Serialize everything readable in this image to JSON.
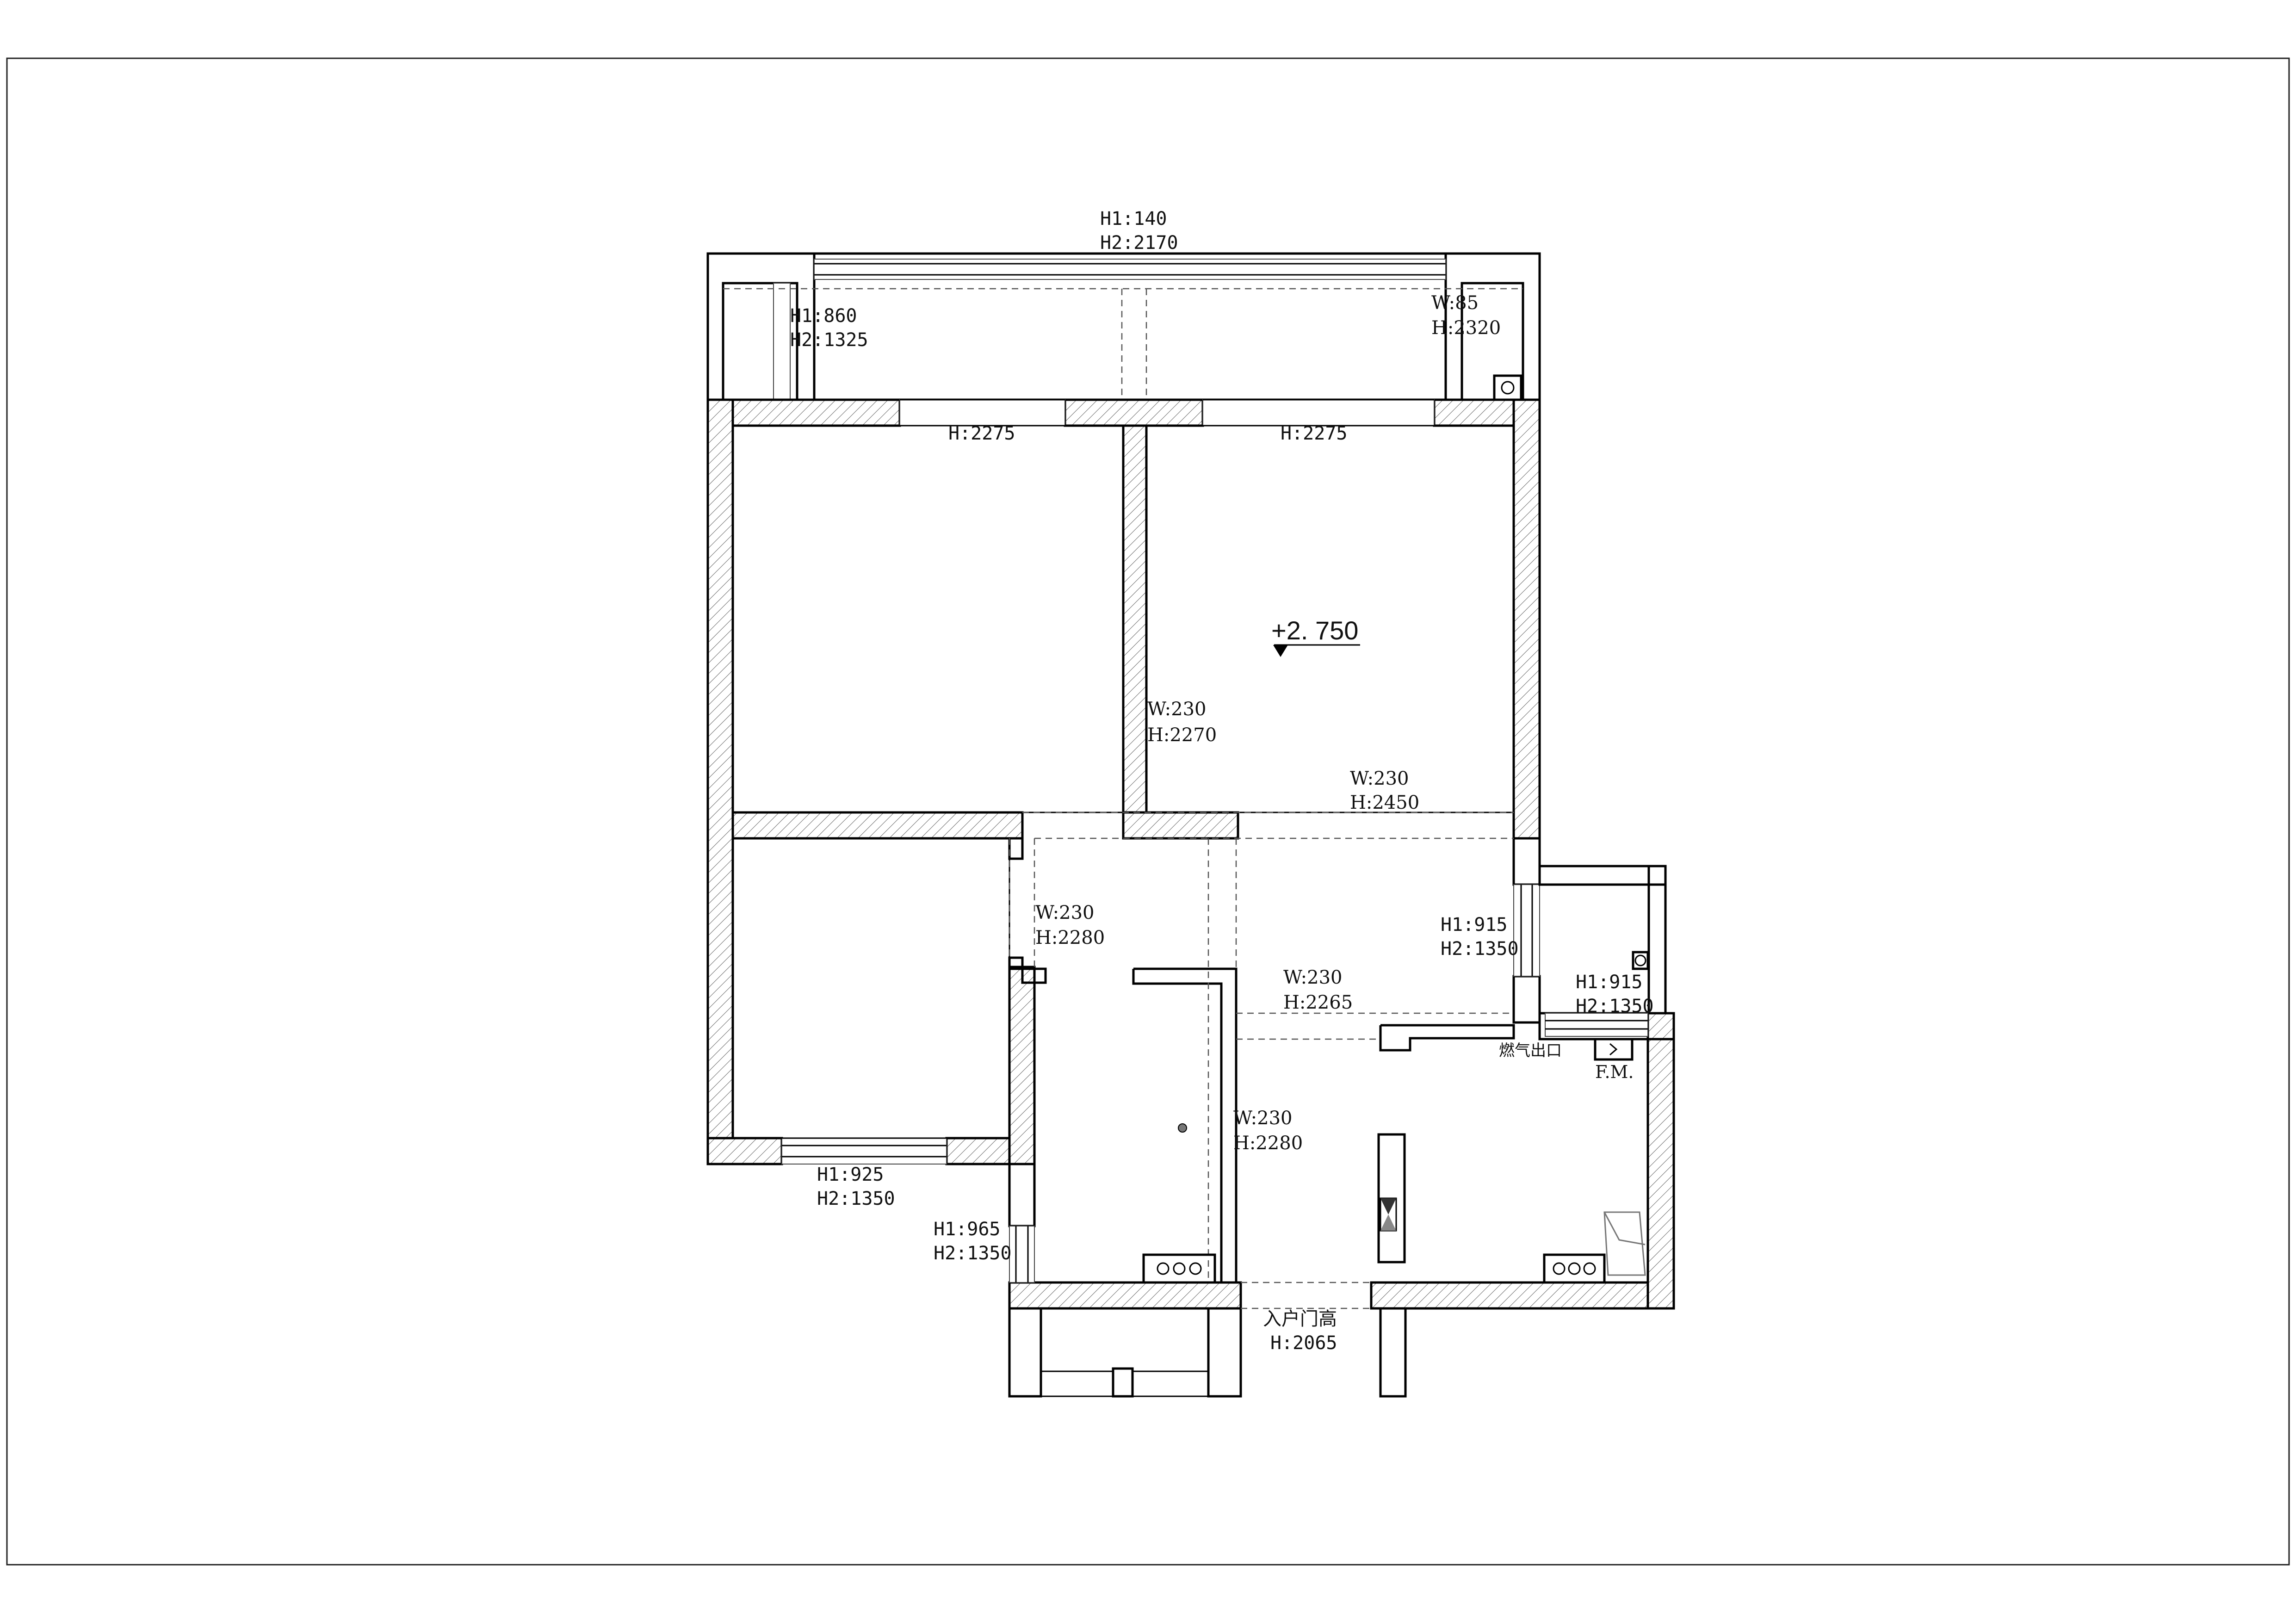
{
  "labels": {
    "top_window_h1": "H1:140",
    "top_window_h2": "H2:2170",
    "left_balcony_h1": "H1:860",
    "left_balcony_h2": "H2:1325",
    "balcony_right_w": "W:85",
    "balcony_right_h": "H:2320",
    "door_left_h": "H:2275",
    "door_right_h": "H:2275",
    "level": "+2. 750",
    "mid_wall_w": "W:230",
    "mid_wall_h": "H:2270",
    "right_beam_w": "W:230",
    "right_beam_h": "H:2450",
    "corridor_w": "W:230",
    "corridor_h": "H:2280",
    "right_window_h1": "H1:915",
    "right_window_h2": "H2:1350",
    "kitchen_window_h1": "H1:915",
    "kitchen_window_h2": "H2:1350",
    "living_beam_w": "W:230",
    "living_beam_h": "H:2265",
    "gas_outlet": "燃气出口",
    "fm": "F.M.",
    "bath_beam_w": "W:230",
    "bath_beam_h": "H:2280",
    "bedroom_window_h1": "H1:925",
    "bedroom_window_h2": "H2:1350",
    "bath_window_h1": "H1:965",
    "bath_window_h2": "H2:1350",
    "entry_door": "入户门高",
    "entry_door_h": "H:2065"
  },
  "icons": [
    "level-marker-icon",
    "drain-icon",
    "stove-burner-icon",
    "flue-icon",
    "meter-box-icon",
    "sink-icon"
  ]
}
